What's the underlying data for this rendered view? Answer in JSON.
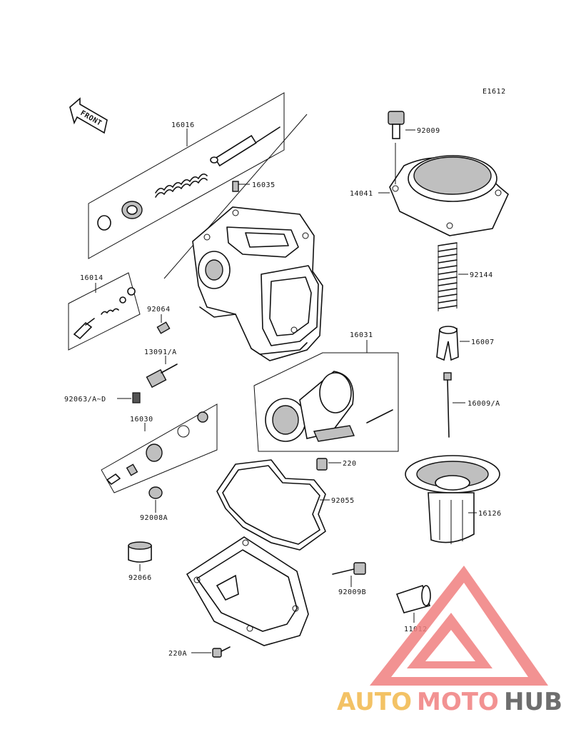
{
  "diagram": {
    "code": "E1612",
    "front_label": "FRONT",
    "parts": [
      "16016",
      "16035",
      "16014",
      "92064",
      "13091/A",
      "92063/A~D",
      "16030",
      "92008A",
      "92066",
      "92009",
      "14041",
      "92144",
      "16007",
      "16031",
      "16009/A",
      "220",
      "92055",
      "16126",
      "92009B",
      "11012",
      "220A"
    ]
  },
  "watermark": {
    "part1": "AUTO",
    "part2": "MOTO",
    "part3": "HUB",
    "color_auto": "#f2b84b",
    "color_moto": "#f08080",
    "color_hub": "#555555"
  }
}
